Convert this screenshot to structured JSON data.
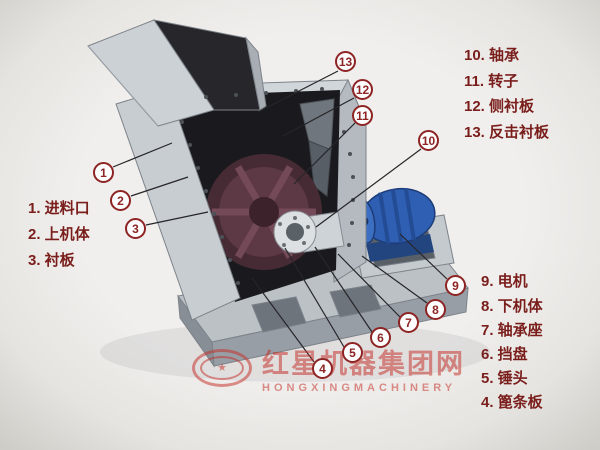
{
  "diagram_title": "hammer-crusher-parts-diagram",
  "labels": {
    "left": [
      "1. 进料口",
      "2. 上机体",
      "3. 衬板"
    ],
    "top_right": [
      "10. 轴承",
      "11. 转子",
      "12. 侧衬板",
      "13. 反击衬板"
    ],
    "bottom_right": [
      "9. 电机",
      "8. 下机体",
      "7. 轴承座",
      "6. 挡盘",
      "5. 锤头",
      "4. 篦条板"
    ]
  },
  "callouts": [
    "1",
    "2",
    "3",
    "4",
    "5",
    "6",
    "7",
    "8",
    "9",
    "10",
    "11",
    "12",
    "13"
  ],
  "watermark": {
    "main": "红星机器集团网",
    "sub": "HONGXINGMACHINERY",
    "logo_glyph": "★"
  },
  "colors": {
    "label_text": "#7a1e1c",
    "callout_ring": "#8d2323",
    "watermark_red": "#c62f28",
    "motor_blue": "#2e5fb2",
    "rotor_maroon": "#5d3845",
    "body_gray": "#c8cdd2",
    "background": "#eceae7"
  }
}
